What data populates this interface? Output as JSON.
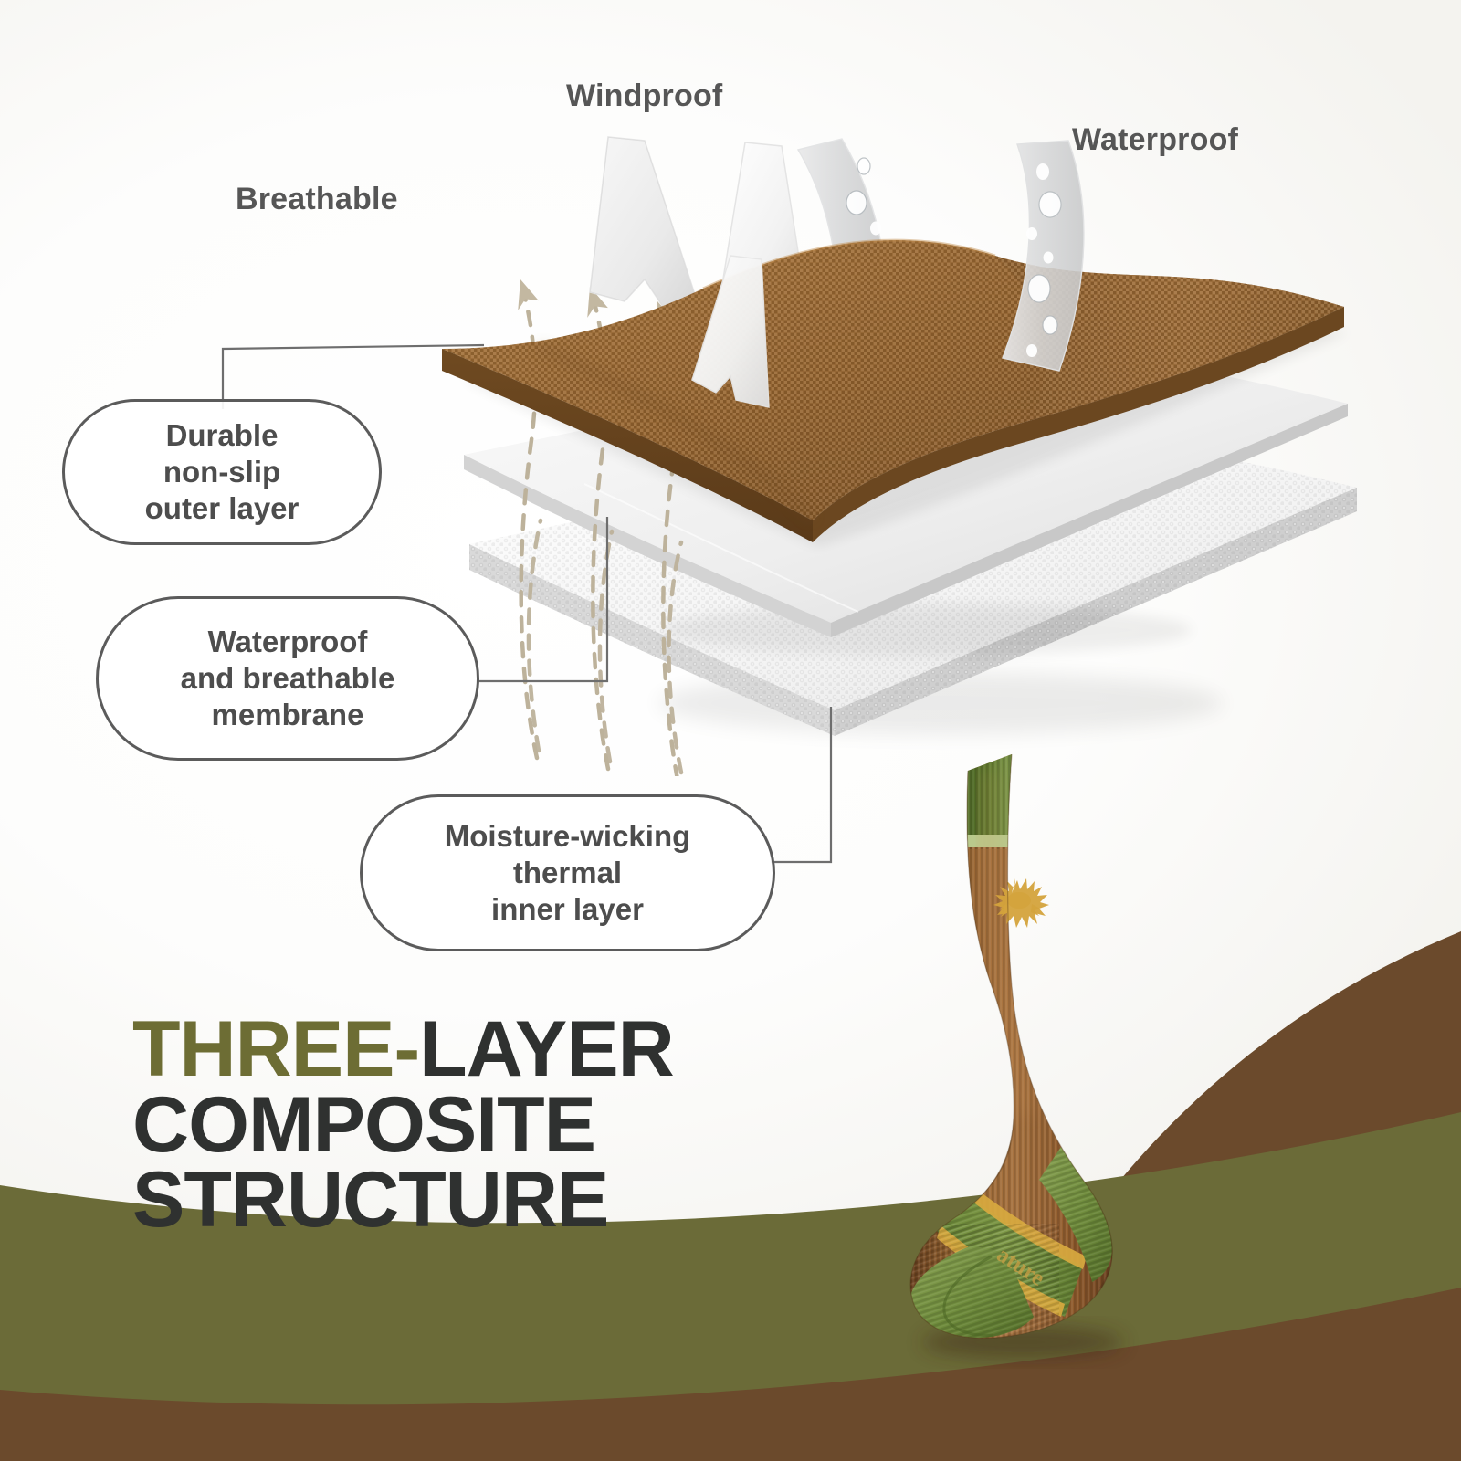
{
  "features": [
    {
      "id": "breathable",
      "label": "Breathable"
    },
    {
      "id": "windproof",
      "label": "Windproof"
    },
    {
      "id": "waterproof",
      "label": "Waterproof"
    }
  ],
  "callouts": [
    {
      "id": "outer-layer",
      "label": "Durable\nnon-slip\nouter layer"
    },
    {
      "id": "membrane",
      "label": "Waterproof\nand breathable\nmembrane"
    },
    {
      "id": "inner-layer",
      "label": "Moisture-wicking\nthermal\ninner layer"
    }
  ],
  "headline": {
    "accent_word": "THREE-",
    "line1_rest": "LAYER",
    "line2": "COMPOSITE",
    "line3": "STRUCTURE"
  },
  "product": {
    "name": "crew-sock",
    "emblem": "deer-emblem",
    "band_text": "ature"
  },
  "colors": {
    "accent_olive": "#6d6d34",
    "headline_dark": "#2f3130",
    "label_gray": "#565656",
    "bubble_border": "#5b5b5b",
    "fabric_brown": "#9a6a33",
    "sock_brown": "#9a663a",
    "sock_green": "#6f8c3c",
    "sock_gold": "#d8a93f",
    "band_olive": "#6b6b38",
    "band_brown": "#6b4a2c",
    "background": "#ffffff"
  },
  "diagram": {
    "layers": [
      {
        "id": "outer",
        "name": "brown-woven-outer-layer"
      },
      {
        "id": "membrane",
        "name": "white-membrane-layer"
      },
      {
        "id": "inner",
        "name": "white-knit-inner-layer"
      }
    ],
    "wind_blades": 3,
    "water_ribbons": 2,
    "moisture_arrows": 3
  }
}
